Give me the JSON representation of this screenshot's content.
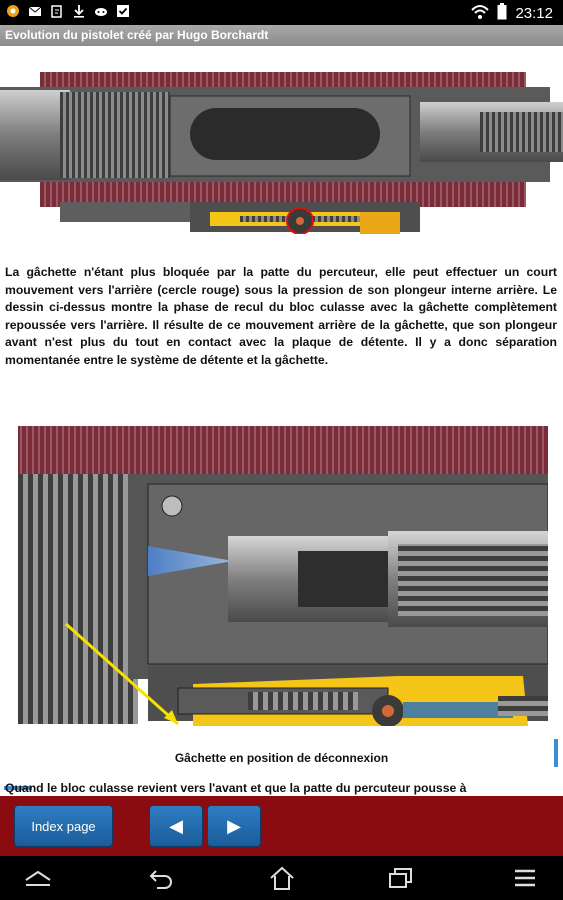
{
  "status_bar": {
    "time": "23:12",
    "left_icons": [
      "notification-icon",
      "message-icon",
      "edit-note-icon",
      "download-icon",
      "game-controller-icon",
      "check-box-icon"
    ],
    "right_icons": [
      "wifi-icon",
      "battery-icon"
    ]
  },
  "app": {
    "title": "Evolution du pistolet créé par Hugo Borchardt"
  },
  "article": {
    "paragraph": "La gâchette n'étant plus bloquée par la patte du percuteur, elle peut effectuer un court mouvement vers l'arrière (cercle rouge) sous la pression de son plongeur interne arrière. Le dessin ci-dessus montre la phase de recul du bloc culasse avec la gâchette complètement repoussée vers l'arrière. Il résulte de ce mouvement arrière de la gâchette, que son plongeur avant n'est plus du tout en contact avec la plaque de détente. Il y a donc séparation momentanée entre le système de détente et la gâchette.",
    "caption": "Gâchette en position de déconnexion",
    "next_text": "Quand le bloc culasse revient vers l'avant et que la patte du percuteur pousse à"
  },
  "toolbar": {
    "index_label": "Index page",
    "prev_label": "◀",
    "next_label": "▶"
  },
  "nav_bar": {
    "buttons": [
      "collapse-icon",
      "back-icon",
      "home-icon",
      "recent-apps-icon",
      "menu-icon"
    ]
  },
  "colors": {
    "toolbar_bg": "#8a0b10",
    "button_blue": "#2a73b6",
    "title_bar": "#999999",
    "hatch": "#7a2c38",
    "spring_yellow": "#f5c518"
  }
}
